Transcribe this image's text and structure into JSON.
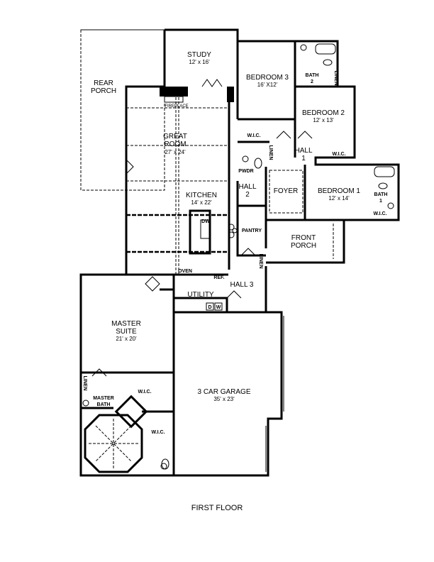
{
  "title": "FIRST FLOOR",
  "rooms": {
    "rear_porch": {
      "name": "REAR",
      "name2": "PORCH"
    },
    "study": {
      "name": "STUDY",
      "size": "12' x 16'"
    },
    "bedroom3": {
      "name": "BEDROOM 3",
      "size": "16' X12'"
    },
    "bath2": {
      "name": "BATH",
      "num": "2"
    },
    "linen_top": "LINEN",
    "bedroom2": {
      "name": "BEDROOM 2",
      "size": "12' x 13'"
    },
    "wic_bd3": "W.I.C.",
    "hall1": {
      "name": "HALL",
      "num": "1"
    },
    "wic_bd2": "W.I.C.",
    "linen_hall1": "LINEN",
    "great_room": {
      "name": "GREAT",
      "name2": "ROOM",
      "size": "27' x 24'"
    },
    "fireplace": "FIREPLACE",
    "pwdr": "PWDR",
    "hall2": {
      "name": "HALL",
      "num": "2"
    },
    "foyer": "FOYER",
    "bedroom1": {
      "name": "BEDROOM 1",
      "size": "12' x 14'"
    },
    "bath1": {
      "name": "BATH",
      "num": "1"
    },
    "wic_bd1": "W.I.C.",
    "kitchen": {
      "name": "KITCHEN",
      "size": "14' x 22'",
      "dw": "DW",
      "oven": "OVEN",
      "ref": "REF."
    },
    "pantry": "PANTRY",
    "front_porch": {
      "name": "FRONT",
      "name2": "PORCH"
    },
    "hall3": "HALL 3",
    "linen_hall3": "LINEN",
    "utility": {
      "name": "UTILITY",
      "dryer": "D",
      "washer": "W"
    },
    "master_suite": {
      "name": "MASTER",
      "name2": "SUITE",
      "size": "21' x 20'"
    },
    "linen_master": "LINEN",
    "master_bath": {
      "name": "MASTER",
      "name2": "BATH"
    },
    "wic_master1": "W.I.C.",
    "wic_master2": "W.I.C.",
    "garage": {
      "name": "3 CAR GARAGE",
      "size": "35' x 23'"
    }
  }
}
